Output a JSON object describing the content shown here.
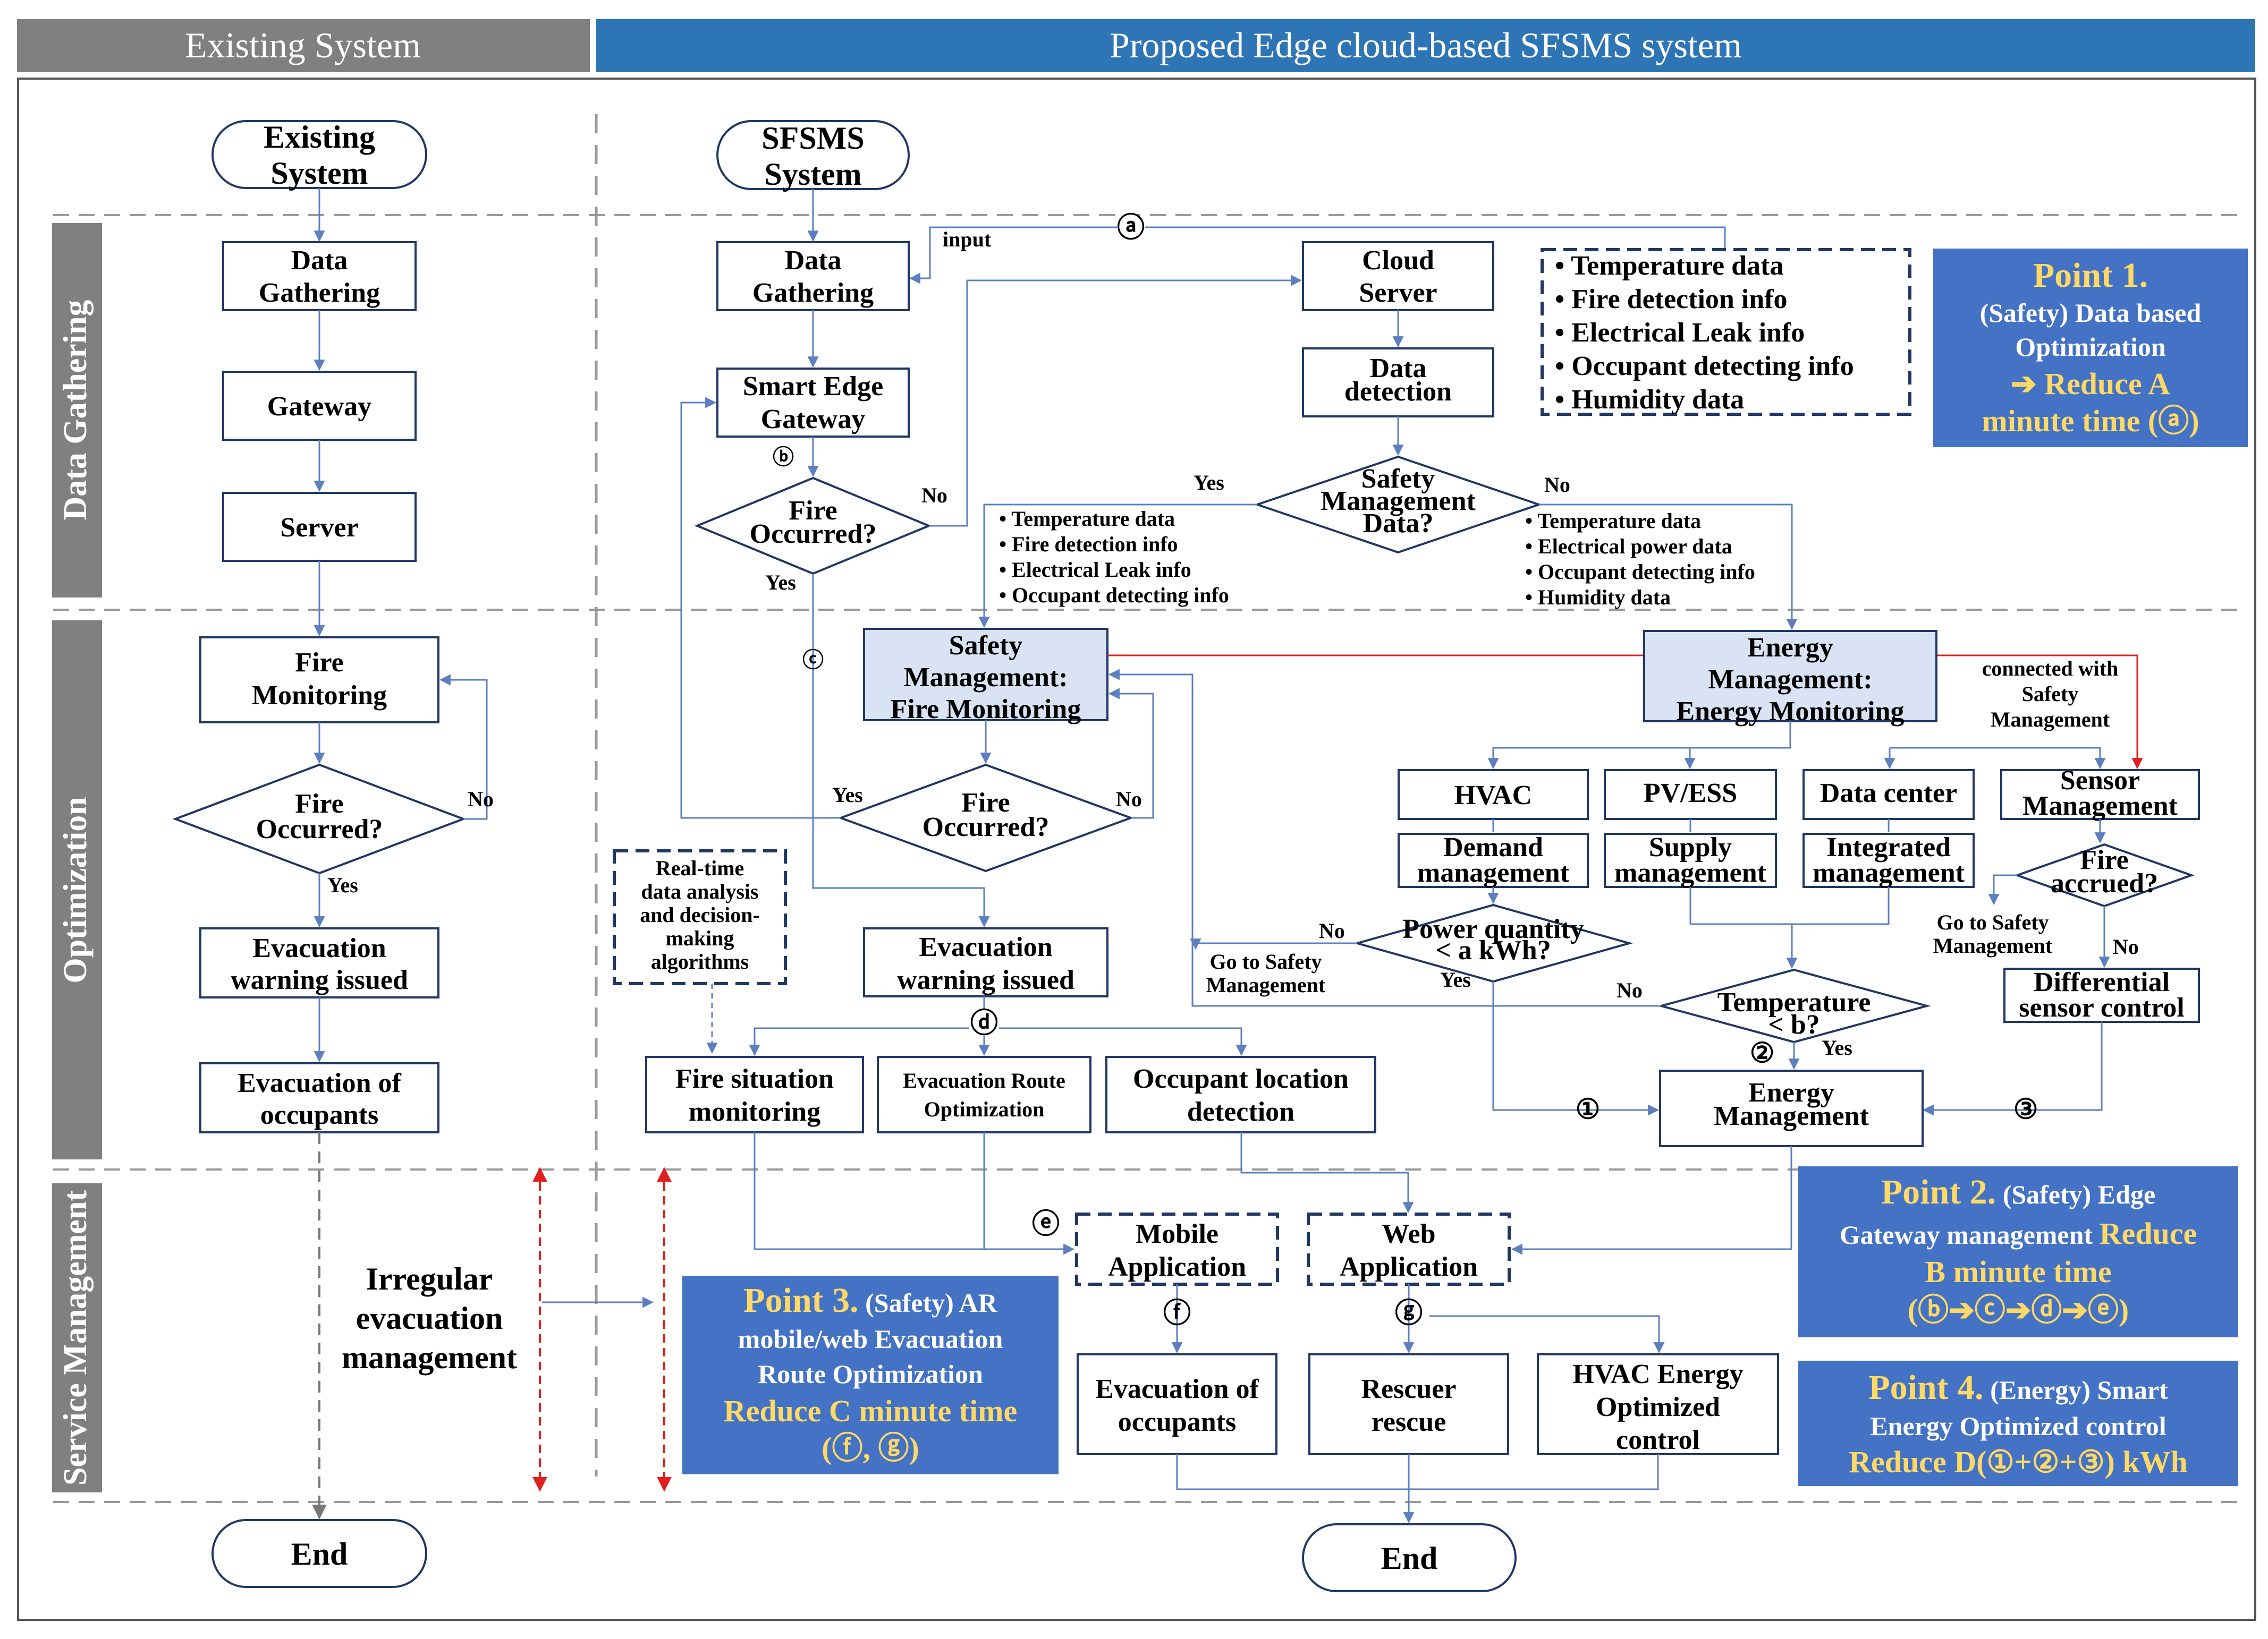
{
  "colors": {
    "accent_blue": "#2e75b6",
    "point_box": "#4472c4",
    "highlight_yellow": "#ffd966",
    "banner_gray": "#808080",
    "red": "#e02020"
  },
  "banners": {
    "existing": "Existing System",
    "proposed": "Proposed Edge cloud-based SFSMS system"
  },
  "lanes": {
    "data_gathering": "Data Gathering",
    "optimization": "Optimization",
    "service_management": "Service Management"
  },
  "existing": {
    "start_line1": "Existing",
    "start_line2": "System",
    "data_gathering_line1": "Data",
    "data_gathering_line2": "Gathering",
    "gateway": "Gateway",
    "server": "Server",
    "fire_monitoring_line1": "Fire",
    "fire_monitoring_line2": "Monitoring",
    "fire_occurred_line1": "Fire",
    "fire_occurred_line2": "Occurred?",
    "no": "No",
    "yes": "Yes",
    "evac_warning_line1": "Evacuation",
    "evac_warning_line2": "warning issued",
    "evac_occ_line1": "Evacuation of",
    "evac_occ_line2": "occupants",
    "irregular_line1": "Irregular",
    "irregular_line2": "evacuation",
    "irregular_line3": "management",
    "end": "End"
  },
  "proposed": {
    "start_line1": "SFSMS",
    "start_line2": "System",
    "circ_a": "ⓐ",
    "input": "input",
    "data_gathering_line1": "Data",
    "data_gathering_line2": "Gathering",
    "smart_edge_line1": "Smart Edge",
    "smart_edge_line2": "Gateway",
    "circ_b": "ⓑ",
    "fire_occ1_line1": "Fire",
    "fire_occ1_line2": "Occurred?",
    "no1": "No",
    "yes1": "Yes",
    "circ_c": "ⓒ",
    "cloud_line1": "Cloud",
    "cloud_line2": "Server",
    "data_detection_line1": "Data",
    "data_detection_line2": "detection",
    "info_list": [
      "Temperature data",
      "Fire detection info",
      "Electrical Leak info",
      "Occupant detecting info",
      "Humidity data"
    ],
    "safety_data_line1": "Safety",
    "safety_data_line2": "Management",
    "safety_data_line3": "Data?",
    "yes2": "Yes",
    "no2": "No",
    "safety_list": [
      "Temperature data",
      "Fire detection info",
      "Electrical Leak info",
      "Occupant detecting info"
    ],
    "energy_list": [
      "Temperature data",
      "Electrical power data",
      "Occupant detecting info",
      "Humidity data"
    ],
    "safety_mgmt_line1": "Safety",
    "safety_mgmt_line2": "Management:",
    "safety_mgmt_line3": "Fire Monitoring",
    "energy_mgmt_line1": "Energy",
    "energy_mgmt_line2": "Management:",
    "energy_mgmt_line3": "Energy Monitoring",
    "connected_line1": "connected with",
    "connected_line2": "Safety",
    "connected_line3": "Management",
    "fire_occ2_line1": "Fire",
    "fire_occ2_line2": "Occurred?",
    "yes3": "Yes",
    "no3": "No",
    "realtime_line1": "Real-time",
    "realtime_line2": "data analysis",
    "realtime_line3": "and decision-",
    "realtime_line4": "making",
    "realtime_line5": "algorithms",
    "evac_warning_line1": "Evacuation",
    "evac_warning_line2": "warning issued",
    "circ_d": "ⓓ",
    "fire_situation_line1": "Fire situation",
    "fire_situation_line2": "monitoring",
    "evac_route_line1": "Evacuation Route",
    "evac_route_line2": "Optimization",
    "occupant_loc_line1": "Occupant location",
    "occupant_loc_line2": "detection",
    "hvac": "HVAC",
    "pv_ess": "PV/ESS",
    "data_center": "Data center",
    "sensor_mgmt_line1": "Sensor",
    "sensor_mgmt_line2": "Management",
    "demand_line1": "Demand",
    "demand_line2": "management",
    "supply_line1": "Supply",
    "supply_line2": "management",
    "integrated_line1": "Integrated",
    "integrated_line2": "management",
    "fire_accrued_line1": "Fire",
    "fire_accrued_line2": "accrued?",
    "goto1_line1": "Go to Safety",
    "goto1_line2": "Management",
    "no4": "No",
    "power_line1": "Power quantity",
    "power_line2": "< a kWh?",
    "no5": "No",
    "yes5": "Yes",
    "goto2_line1": "Go to Safety",
    "goto2_line2": "Management",
    "differential_line1": "Differential",
    "differential_line2": "sensor control",
    "no6": "No",
    "temp_line1": "Temperature",
    "temp_line2": "< b?",
    "circ_2": "②",
    "yes6": "Yes",
    "energy_box_line1": "Energy",
    "energy_box_line2": "Management",
    "circ_1": "①",
    "circ_3": "③",
    "circ_e": "ⓔ",
    "mobile_line1": "Mobile",
    "mobile_line2": "Application",
    "web_line1": "Web",
    "web_line2": "Application",
    "circ_f": "ⓕ",
    "circ_g": "ⓖ",
    "evac_occ_line1": "Evacuation of",
    "evac_occ_line2": "occupants",
    "rescuer_line1": "Rescuer",
    "rescuer_line2": "rescue",
    "hvac_energy_line1": "HVAC Energy",
    "hvac_energy_line2": "Optimized",
    "hvac_energy_line3": "control",
    "end": "End"
  },
  "points": {
    "p1_head": "Point 1.",
    "p1_l1": "(Safety) Data based",
    "p1_l2": "Optimization",
    "p1_l3": "➔ Reduce A",
    "p1_l4": "minute time (ⓐ)",
    "p2_head": "Point 2.",
    "p2_head_rest": " (Safety) Edge",
    "p2_l2a": "Gateway management ",
    "p2_l2b": "Reduce",
    "p2_l3": "B minute time",
    "p2_l4": "(ⓑ➔ⓒ➔ⓓ➔ⓔ)",
    "p3_head": "Point 3.",
    "p3_head_rest": " (Safety) AR",
    "p3_l2": "mobile/web Evacuation",
    "p3_l3": "Route Optimization",
    "p3_l4": "Reduce C minute time",
    "p3_l5": "(ⓕ, ⓖ)",
    "p4_head": "Point 4.",
    "p4_head_rest": " (Energy) Smart",
    "p4_l2": "Energy Optimized control",
    "p4_l3": "Reduce D(①+②+③) kWh"
  }
}
